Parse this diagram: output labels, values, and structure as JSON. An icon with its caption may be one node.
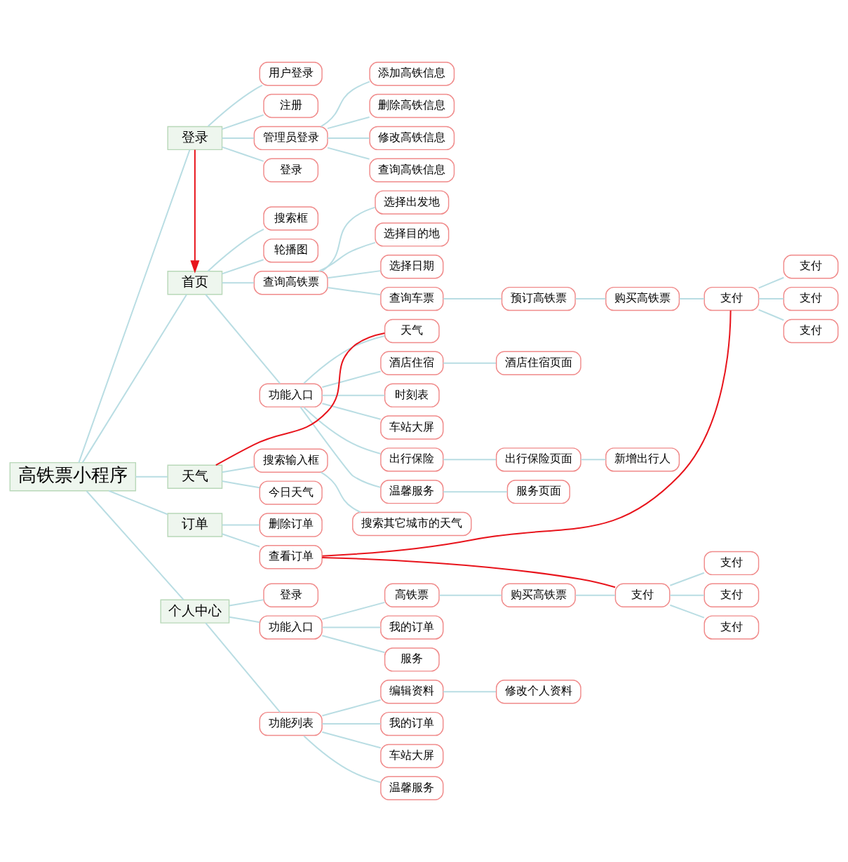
{
  "diagram": {
    "nodes": [
      {
        "text": [
          "高铁票小程序"
        ]
      },
      {
        "text": [
          "登录"
        ]
      },
      {
        "text": [
          "用户登录"
        ]
      },
      {
        "text": [
          "注册"
        ]
      },
      {
        "text": [
          "管理员登录"
        ]
      },
      {
        "text": [
          "添加高铁信息"
        ]
      },
      {
        "text": [
          "删除高铁信息"
        ]
      },
      {
        "text": [
          "修改高铁信息"
        ]
      },
      {
        "text": [
          "查询高铁信息"
        ]
      },
      {
        "text": [
          "登录"
        ]
      },
      {
        "text": [
          "首页"
        ]
      },
      {
        "text": [
          "搜索框"
        ]
      },
      {
        "text": [
          "轮播图"
        ]
      },
      {
        "text": [
          "查询高铁票"
        ]
      },
      {
        "text": [
          "选择出发地"
        ]
      },
      {
        "text": [
          "选择目的地"
        ]
      },
      {
        "text": [
          "选择日期"
        ]
      },
      {
        "text": [
          "查询车票"
        ]
      },
      {
        "text": [
          "预订高铁票"
        ]
      },
      {
        "text": [
          "购买高铁票"
        ]
      },
      {
        "text": [
          "支付"
        ]
      },
      {
        "text": [
          "支付"
        ]
      },
      {
        "text": [
          "支付"
        ]
      },
      {
        "text": [
          "支付"
        ]
      },
      {
        "text": [
          "功能入口"
        ]
      },
      {
        "text": [
          "天气"
        ]
      },
      {
        "text": [
          "酒店住宿"
        ]
      },
      {
        "text": [
          "酒店住宿页面"
        ]
      },
      {
        "text": [
          "时刻表"
        ]
      },
      {
        "text": [
          "车站大屏"
        ]
      },
      {
        "text": [
          "出行保险"
        ]
      },
      {
        "text": [
          "出行保险页面"
        ]
      },
      {
        "text": [
          "新增出行人"
        ]
      },
      {
        "text": [
          "温馨服务"
        ]
      },
      {
        "text": [
          "服务页面"
        ]
      },
      {
        "text": [
          "天气"
        ]
      },
      {
        "text": [
          "搜索输入框"
        ]
      },
      {
        "text": [
          "搜索其它城市的天气"
        ]
      },
      {
        "text": [
          "今日天气"
        ]
      },
      {
        "text": [
          "订单"
        ]
      },
      {
        "text": [
          "删除订单"
        ]
      },
      {
        "text": [
          "查看订单"
        ]
      },
      {
        "text": [
          "个人中心"
        ]
      },
      {
        "text": [
          "登录"
        ]
      },
      {
        "text": [
          "功能入口"
        ]
      },
      {
        "text": [
          "高铁票"
        ]
      },
      {
        "text": [
          "购买高铁票"
        ]
      },
      {
        "text": [
          "支付"
        ]
      },
      {
        "text": [
          "支付"
        ]
      },
      {
        "text": [
          "支付"
        ]
      },
      {
        "text": [
          "支付"
        ]
      },
      {
        "text": [
          "我的订单"
        ]
      },
      {
        "text": [
          "服务"
        ]
      },
      {
        "text": [
          "功能列表"
        ]
      },
      {
        "text": [
          "编辑资料"
        ]
      },
      {
        "text": [
          "修改个人资料"
        ]
      },
      {
        "text": [
          "我的订单"
        ]
      },
      {
        "text": [
          "车站大屏"
        ]
      },
      {
        "text": [
          "温馨服务"
        ]
      }
    ],
    "edges": [
      {
        "from": 0,
        "to": 1,
        "arrow": "none"
      },
      {
        "from": 1,
        "to": 2,
        "arrow": "none"
      },
      {
        "from": 1,
        "to": 3,
        "arrow": "none"
      },
      {
        "from": 1,
        "to": 4,
        "arrow": "none"
      },
      {
        "from": 4,
        "to": 5,
        "arrow": "none"
      },
      {
        "from": 4,
        "to": 6,
        "arrow": "none"
      },
      {
        "from": 4,
        "to": 7,
        "arrow": "none"
      },
      {
        "from": 4,
        "to": 8,
        "arrow": "none"
      },
      {
        "from": 1,
        "to": 9,
        "arrow": "none"
      },
      {
        "from": 0,
        "to": 10,
        "arrow": "none"
      },
      {
        "from": 10,
        "to": 11,
        "arrow": "none"
      },
      {
        "from": 10,
        "to": 12,
        "arrow": "none"
      },
      {
        "from": 10,
        "to": 13,
        "arrow": "none"
      },
      {
        "from": 13,
        "to": 14,
        "arrow": "none"
      },
      {
        "from": 13,
        "to": 15,
        "arrow": "none"
      },
      {
        "from": 13,
        "to": 16,
        "arrow": "none"
      },
      {
        "from": 13,
        "to": 17,
        "arrow": "none"
      },
      {
        "from": 17,
        "to": 18,
        "arrow": "none"
      },
      {
        "from": 18,
        "to": 19,
        "arrow": "none"
      },
      {
        "from": 19,
        "to": 20,
        "arrow": "none"
      },
      {
        "from": 20,
        "to": 21,
        "arrow": "none"
      },
      {
        "from": 20,
        "to": 22,
        "arrow": "none"
      },
      {
        "from": 20,
        "to": 23,
        "arrow": "none"
      },
      {
        "from": 10,
        "to": 24,
        "arrow": "none"
      },
      {
        "from": 24,
        "to": 25,
        "arrow": "none"
      },
      {
        "from": 24,
        "to": 26,
        "arrow": "none"
      },
      {
        "from": 26,
        "to": 27,
        "arrow": "none"
      },
      {
        "from": 24,
        "to": 28,
        "arrow": "none"
      },
      {
        "from": 24,
        "to": 29,
        "arrow": "none"
      },
      {
        "from": 24,
        "to": 30,
        "arrow": "none"
      },
      {
        "from": 30,
        "to": 31,
        "arrow": "none"
      },
      {
        "from": 31,
        "to": 32,
        "arrow": "none"
      },
      {
        "from": 24,
        "to": 33,
        "arrow": "none"
      },
      {
        "from": 33,
        "to": 34,
        "arrow": "none"
      },
      {
        "from": 0,
        "to": 35,
        "arrow": "none"
      },
      {
        "from": 35,
        "to": 36,
        "arrow": "none"
      },
      {
        "from": 36,
        "to": 37,
        "arrow": "none"
      },
      {
        "from": 35,
        "to": 38,
        "arrow": "none"
      },
      {
        "from": 0,
        "to": 39,
        "arrow": "none"
      },
      {
        "from": 39,
        "to": 40,
        "arrow": "none"
      },
      {
        "from": 39,
        "to": 41,
        "arrow": "none"
      },
      {
        "from": 0,
        "to": 42,
        "arrow": "none"
      },
      {
        "from": 42,
        "to": 43,
        "arrow": "none"
      },
      {
        "from": 42,
        "to": 44,
        "arrow": "none"
      },
      {
        "from": 44,
        "to": 45,
        "arrow": "none"
      },
      {
        "from": 45,
        "to": 46,
        "arrow": "none"
      },
      {
        "from": 46,
        "to": 47,
        "arrow": "none"
      },
      {
        "from": 47,
        "to": 48,
        "arrow": "none"
      },
      {
        "from": 47,
        "to": 49,
        "arrow": "none"
      },
      {
        "from": 47,
        "to": 50,
        "arrow": "none"
      },
      {
        "from": 44,
        "to": 51,
        "arrow": "none"
      },
      {
        "from": 44,
        "to": 52,
        "arrow": "none"
      },
      {
        "from": 42,
        "to": 53,
        "arrow": "none"
      },
      {
        "from": 53,
        "to": 54,
        "arrow": "none"
      },
      {
        "from": 54,
        "to": 55,
        "arrow": "none"
      },
      {
        "from": 53,
        "to": 56,
        "arrow": "none"
      },
      {
        "from": 53,
        "to": 57,
        "arrow": "none"
      },
      {
        "from": 53,
        "to": 58,
        "arrow": "none"
      },
      {
        "from": 1,
        "to": 10,
        "arrow": "to",
        "color": "#e8141c"
      },
      {
        "from": 25,
        "to": 35,
        "arrow": "none",
        "color": "#e8141c"
      },
      {
        "from": 20,
        "to": 41,
        "arrow": "none",
        "color": "#e8141c"
      },
      {
        "from": 41,
        "to": 47,
        "arrow": "none",
        "color": "#e8141c"
      }
    ]
  }
}
